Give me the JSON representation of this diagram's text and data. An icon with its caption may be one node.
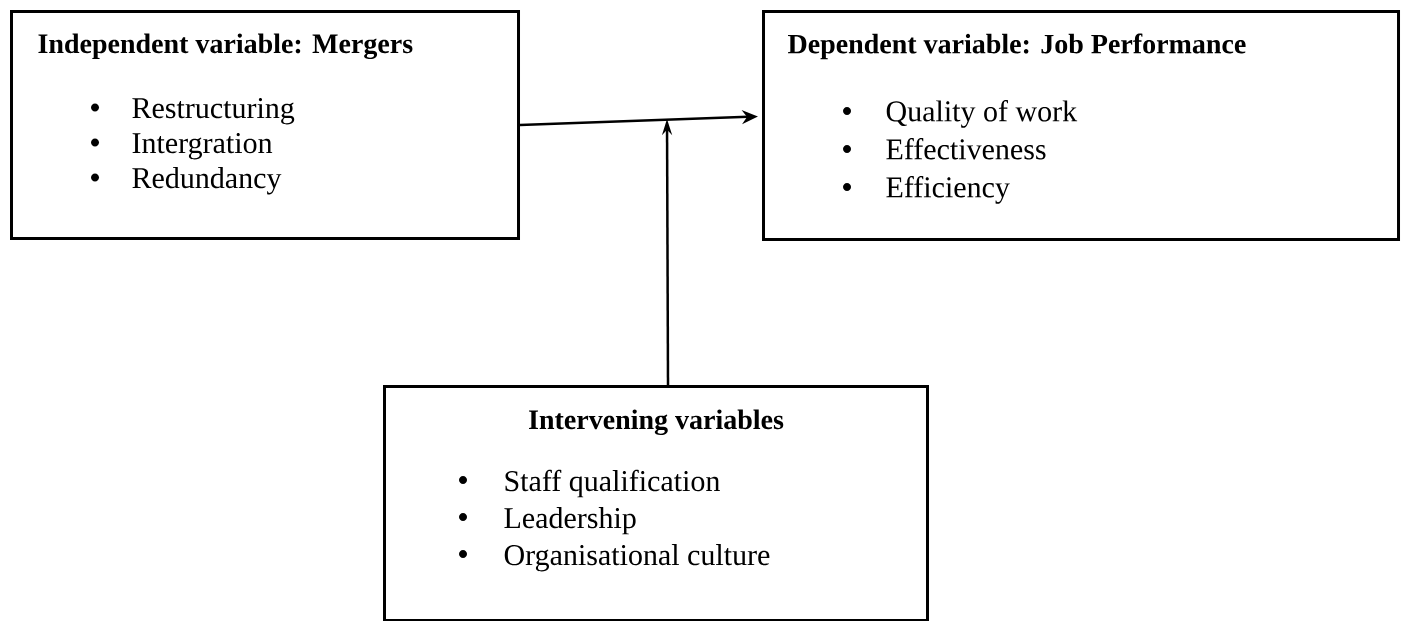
{
  "diagram": {
    "nodes": [
      {
        "text": [
          "Independent variable: Mergers",
          "Restructuring",
          "Intergration",
          "Redundancy"
        ]
      },
      {
        "text": [
          "Dependent variable: Job Performance",
          "Quality of work",
          "Effectiveness",
          "Efficiency"
        ]
      },
      {
        "text": [
          "Intervening variables",
          "Staff qualification",
          "Leadership",
          "Organisational culture"
        ]
      }
    ],
    "edges": [
      {
        "from": 0,
        "to": 1,
        "arrow": "to"
      },
      {
        "from": 2,
        "to": null,
        "arrow": "to"
      }
    ]
  }
}
